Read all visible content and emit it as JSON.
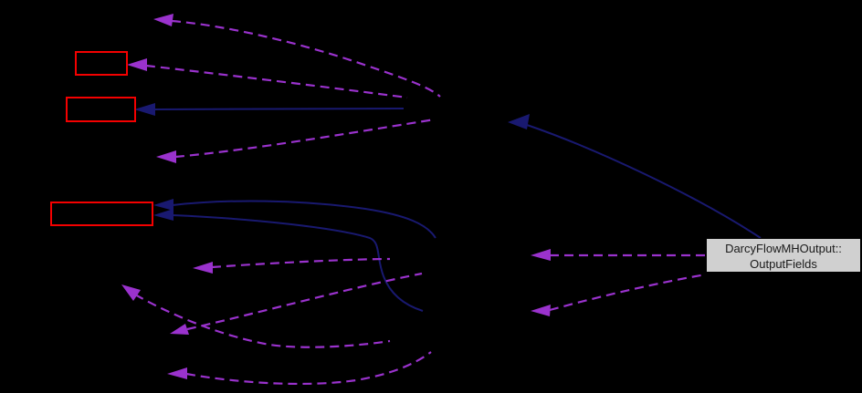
{
  "diagram": {
    "kind": "collaboration-graph",
    "background_color": "#000000",
    "current_node": {
      "label_line1": "DarcyFlowMHOutput::",
      "label_line2": "OutputFields",
      "fill_color": "#d0d0d0",
      "border_color": "#000000",
      "text_color": "#1a1a1a"
    },
    "colors": {
      "solid_edge": "#191970",
      "dashed_edge": "#9a32cd",
      "truncated_node_border": "#f40000"
    }
  }
}
